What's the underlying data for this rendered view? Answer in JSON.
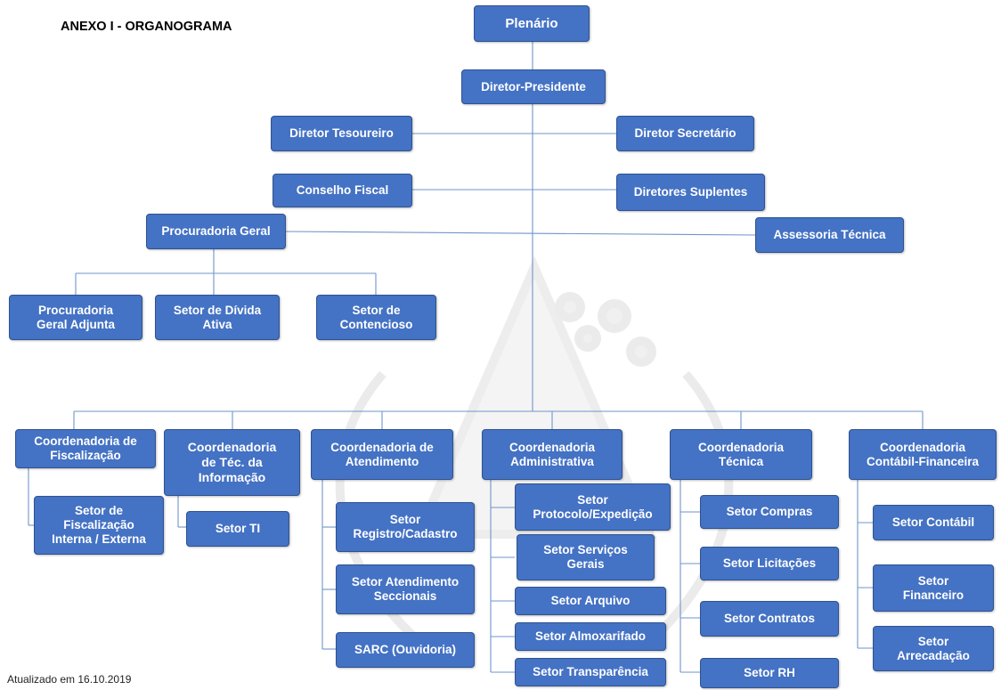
{
  "title": "ANEXO I - ORGANOGRAMA",
  "footer": "Atualizado em 16.10.2019",
  "nodes": {
    "plenario": "Plenário",
    "diretor_presidente": "Diretor-Presidente",
    "diretor_tesoureiro": "Diretor Tesoureiro",
    "diretor_secretario": "Diretor Secretário",
    "conselho_fiscal": "Conselho Fiscal",
    "diretores_suplentes": "Diretores Suplentes",
    "procuradoria_geral": "Procuradoria Geral",
    "assessoria_tecnica": "Assessoria Técnica",
    "procuradoria_geral_adjunta": "Procuradoria\nGeral Adjunta",
    "setor_divida_ativa": "Setor de Dívida\nAtiva",
    "setor_contencioso": "Setor de\nContencioso",
    "coord_fiscalizacao": "Coordenadoria de\nFiscalização",
    "setor_fiscalizacao": "Setor de\nFiscalização\nInterna / Externa",
    "coord_tec_informacao": "Coordenadoria\nde Téc. da\nInformação",
    "setor_ti": "Setor TI",
    "coord_atendimento": "Coordenadoria de\nAtendimento",
    "setor_registro": "Setor\nRegistro/Cadastro",
    "setor_atendimento_seccionais": "Setor Atendimento\nSeccionais",
    "sarc": "SARC (Ouvidoria)",
    "coord_administrativa": "Coordenadoria\nAdministrativa",
    "setor_protocolo": "Setor\nProtocolo/Expedição",
    "setor_servicos_gerais": "Setor Serviços\nGerais",
    "setor_arquivo": "Setor Arquivo",
    "setor_almoxarifado": "Setor Almoxarifado",
    "setor_transparencia": "Setor Transparência",
    "coord_tecnica": "Coordenadoria\nTécnica",
    "setor_compras": "Setor Compras",
    "setor_licitacoes": "Setor Licitações",
    "setor_contratos": "Setor Contratos",
    "setor_rh": "Setor RH",
    "coord_contabil": "Coordenadoria\nContábil-Financeira",
    "setor_contabil": "Setor Contábil",
    "setor_financeiro": "Setor\nFinanceiro",
    "setor_arrecadacao": "Setor\nArrecadação"
  },
  "colors": {
    "box_fill": "#4472c4",
    "box_border": "#2f528f",
    "connector": "#6f95c9"
  }
}
